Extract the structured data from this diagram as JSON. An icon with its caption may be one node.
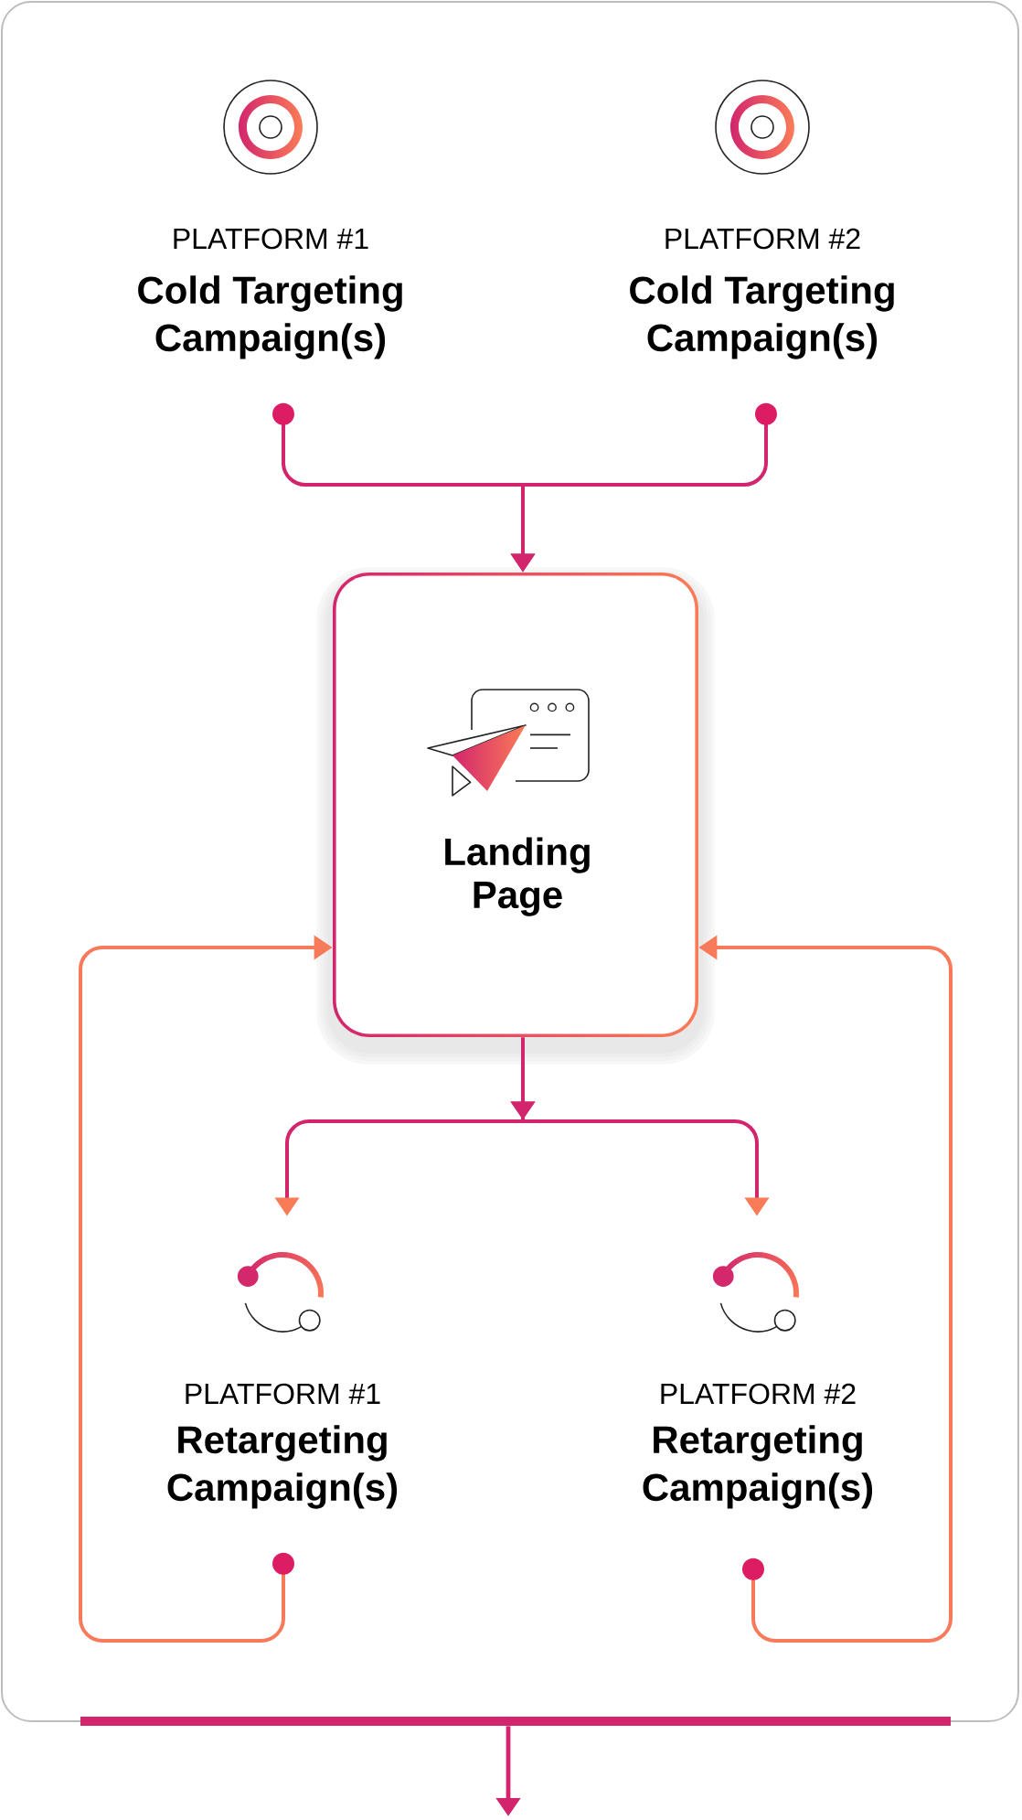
{
  "diagram": {
    "nodes": [
      {
        "text": [],
        "shape": "box"
      },
      {
        "text": [
          "PLATFORM #1",
          "Cold Targeting Campaign(s)"
        ],
        "in": 0
      },
      {
        "text": [
          "PLATFORM #2",
          "Cold Targeting Campaign(s)"
        ],
        "in": 0
      },
      {
        "text": [
          "Landing Page"
        ],
        "in": 0
      },
      {
        "text": [
          "PLATFORM #1",
          "Retargeting Campaign(s)"
        ],
        "in": 0
      },
      {
        "text": [
          "PLATFORM #2",
          "Retargeting Campaign(s)"
        ],
        "in": 0
      },
      {
        "text": [],
        "shape": "bar"
      }
    ],
    "edges": [
      {
        "from": 1,
        "to": 3,
        "arrow": "to"
      },
      {
        "from": 2,
        "to": 3,
        "arrow": "to"
      },
      {
        "from": 3,
        "to": 4,
        "arrow": "to"
      },
      {
        "from": 3,
        "to": 5,
        "arrow": "to"
      },
      {
        "from": 4,
        "to": 3,
        "arrow": "to",
        "color": "#f77b5b"
      },
      {
        "from": 5,
        "to": 3,
        "arrow": "to",
        "color": "#f77b5b"
      },
      {
        "from": 6,
        "to": null,
        "arrow": "to"
      }
    ]
  }
}
